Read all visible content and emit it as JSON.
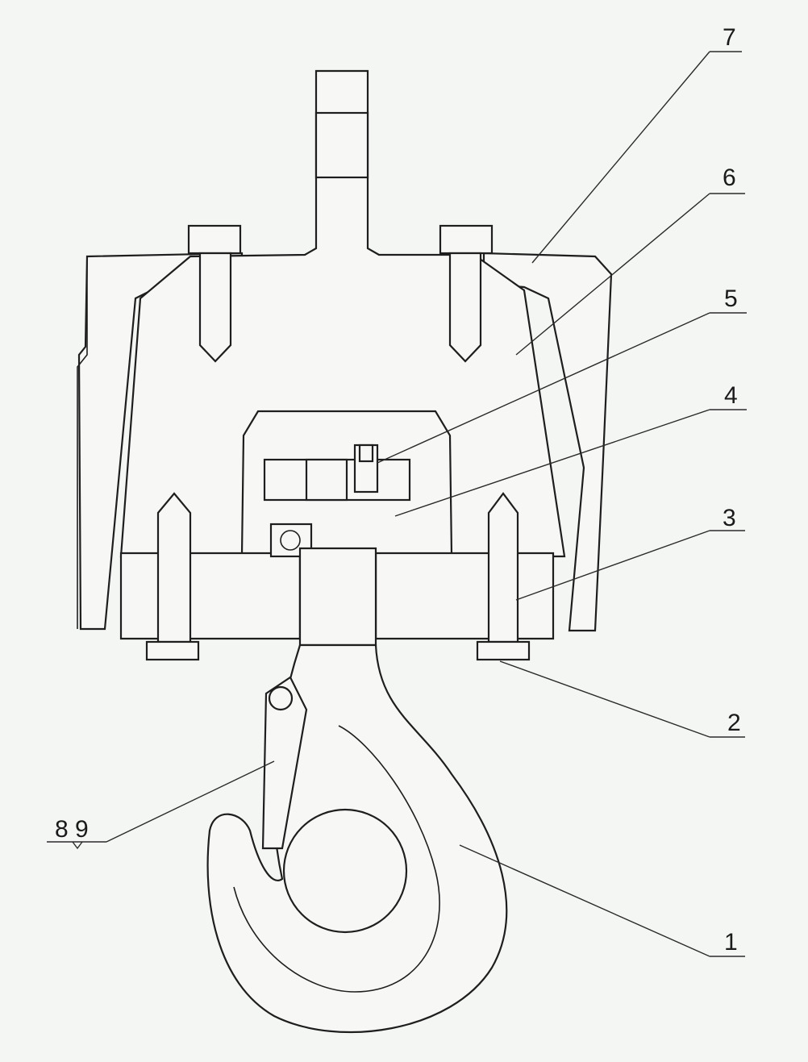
{
  "callouts": [
    {
      "id": "7",
      "text": "7"
    },
    {
      "id": "6",
      "text": "6"
    },
    {
      "id": "5",
      "text": "5"
    },
    {
      "id": "4",
      "text": "4"
    },
    {
      "id": "3",
      "text": "3"
    },
    {
      "id": "2",
      "text": "2"
    },
    {
      "id": "1",
      "text": "1"
    },
    {
      "id": "8-9",
      "text": "8 9"
    }
  ],
  "colors": {
    "background": "#f3f6f2",
    "ink": "#1e1e1e",
    "part_fill": "#f7f8f5"
  }
}
